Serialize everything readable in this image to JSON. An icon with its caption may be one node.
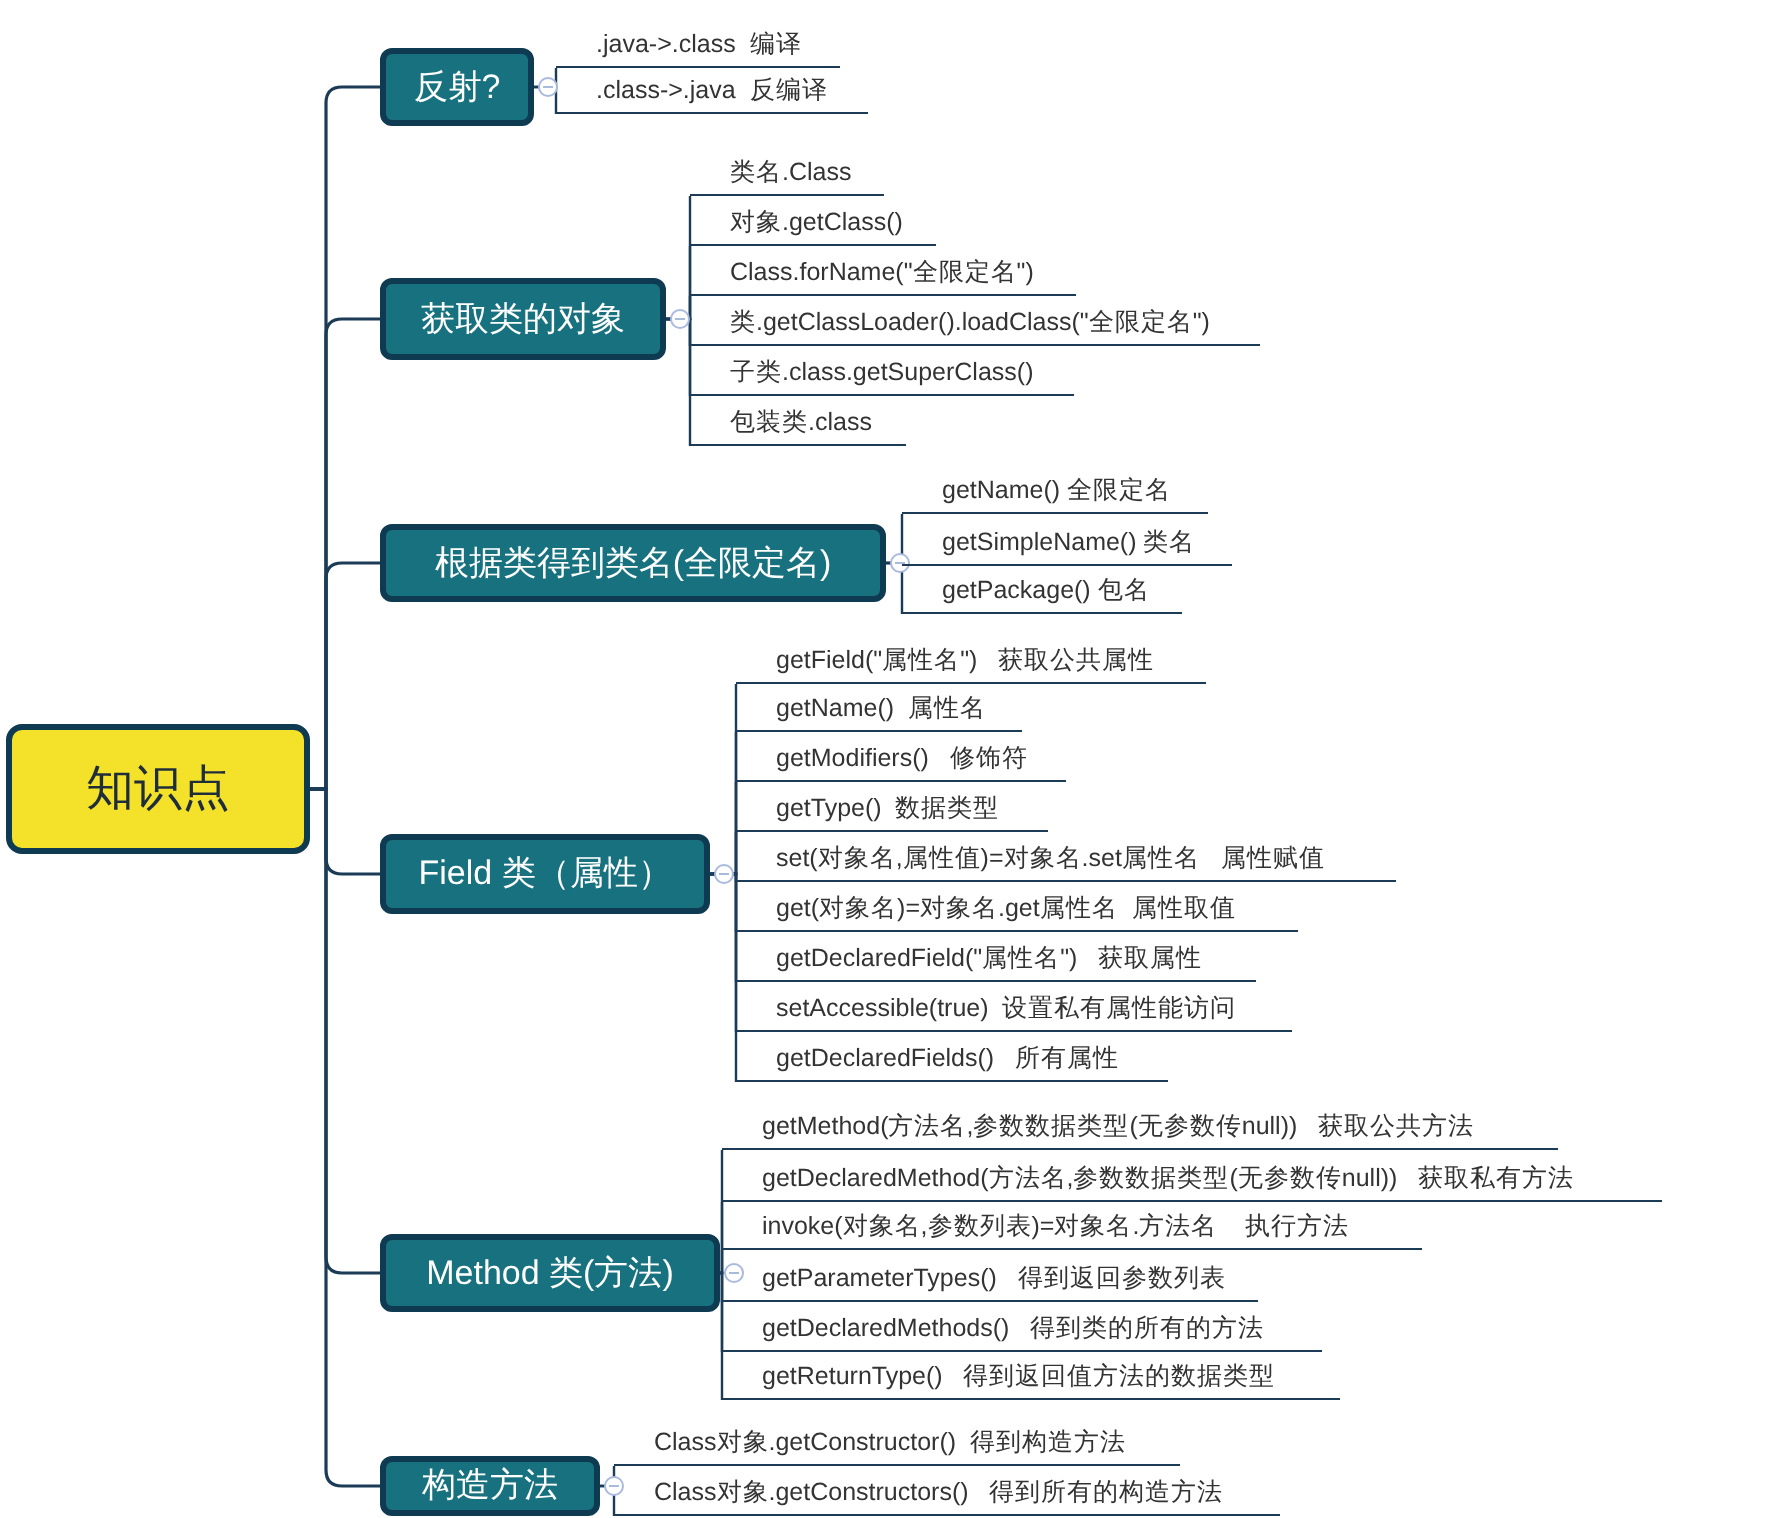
{
  "diagram": {
    "nodes": [
      {
        "text": [
          "知识点"
        ]
      },
      {
        "text": [
          "反射?"
        ]
      },
      {
        "text": [
          ".java->.class  编译"
        ]
      },
      {
        "text": [
          ".class->.java  反编译"
        ]
      },
      {
        "text": [
          "获取类的对象"
        ]
      },
      {
        "text": [
          "类名.Class"
        ]
      },
      {
        "text": [
          "对象.getClass()"
        ]
      },
      {
        "text": [
          "Class.forName(\"全限定名\")"
        ]
      },
      {
        "text": [
          "类.getClassLoader().loadClass(\"全限定名\")"
        ]
      },
      {
        "text": [
          "子类.class.getSuperClass()"
        ]
      },
      {
        "text": [
          "包装类.class"
        ]
      },
      {
        "text": [
          "根据类得到类名(全限定名)"
        ]
      },
      {
        "text": [
          "getName() 全限定名"
        ]
      },
      {
        "text": [
          "getSimpleName() 类名"
        ]
      },
      {
        "text": [
          "getPackage() 包名"
        ]
      },
      {
        "text": [
          "Field 类（属性）"
        ]
      },
      {
        "text": [
          "getField(\"属性名\")   获取公共属性"
        ]
      },
      {
        "text": [
          "getName()  属性名"
        ]
      },
      {
        "text": [
          "getModifiers()   修饰符"
        ]
      },
      {
        "text": [
          "getType()  数据类型"
        ]
      },
      {
        "text": [
          "set(对象名,属性值)=对象名.set属性名   属性赋值"
        ]
      },
      {
        "text": [
          "get(对象名)=对象名.get属性名  属性取值"
        ]
      },
      {
        "text": [
          "getDeclaredField(\"属性名\")   获取属性"
        ]
      },
      {
        "text": [
          "setAccessible(true)  设置私有属性能访问"
        ]
      },
      {
        "text": [
          "getDeclaredFields()   所有属性"
        ]
      },
      {
        "text": [
          "Method 类(方法)"
        ]
      },
      {
        "text": [
          "getMethod(方法名,参数数据类型(无参数传null))   获取公共方法"
        ]
      },
      {
        "text": [
          "getDeclaredMethod(方法名,参数数据类型(无参数传null))   获取私有方法"
        ]
      },
      {
        "text": [
          "invoke(对象名,参数列表)=对象名.方法名    执行方法"
        ]
      },
      {
        "text": [
          "getParameterTypes()   得到返回参数列表"
        ]
      },
      {
        "text": [
          "getDeclaredMethods()   得到类的所有的方法"
        ]
      },
      {
        "text": [
          "getReturnType()   得到返回值方法的数据类型"
        ]
      },
      {
        "text": [
          "构造方法"
        ]
      },
      {
        "text": [
          "Class对象.getConstructor()  得到构造方法"
        ]
      },
      {
        "text": [
          "Class对象.getConstructors()   得到所有的构造方法"
        ]
      }
    ],
    "edges": [
      {
        "from": 0,
        "to": 1,
        "arrow": "none"
      },
      {
        "from": 1,
        "to": 2,
        "arrow": "none"
      },
      {
        "from": 1,
        "to": 3,
        "arrow": "none"
      },
      {
        "from": 0,
        "to": 4,
        "arrow": "none"
      },
      {
        "from": 4,
        "to": 5,
        "arrow": "none"
      },
      {
        "from": 4,
        "to": 6,
        "arrow": "none"
      },
      {
        "from": 4,
        "to": 7,
        "arrow": "none"
      },
      {
        "from": 4,
        "to": 8,
        "arrow": "none"
      },
      {
        "from": 4,
        "to": 9,
        "arrow": "none"
      },
      {
        "from": 4,
        "to": 10,
        "arrow": "none"
      },
      {
        "from": 0,
        "to": 11,
        "arrow": "none"
      },
      {
        "from": 11,
        "to": 12,
        "arrow": "none"
      },
      {
        "from": 11,
        "to": 13,
        "arrow": "none"
      },
      {
        "from": 11,
        "to": 14,
        "arrow": "none"
      },
      {
        "from": 0,
        "to": 15,
        "arrow": "none"
      },
      {
        "from": 15,
        "to": 16,
        "arrow": "none"
      },
      {
        "from": 15,
        "to": 17,
        "arrow": "none"
      },
      {
        "from": 15,
        "to": 18,
        "arrow": "none"
      },
      {
        "from": 15,
        "to": 19,
        "arrow": "none"
      },
      {
        "from": 15,
        "to": 20,
        "arrow": "none"
      },
      {
        "from": 15,
        "to": 21,
        "arrow": "none"
      },
      {
        "from": 15,
        "to": 22,
        "arrow": "none"
      },
      {
        "from": 15,
        "to": 23,
        "arrow": "none"
      },
      {
        "from": 15,
        "to": 24,
        "arrow": "none"
      },
      {
        "from": 0,
        "to": 25,
        "arrow": "none"
      },
      {
        "from": 25,
        "to": 26,
        "arrow": "none"
      },
      {
        "from": 25,
        "to": 27,
        "arrow": "none"
      },
      {
        "from": 25,
        "to": 28,
        "arrow": "none"
      },
      {
        "from": 25,
        "to": 29,
        "arrow": "none"
      },
      {
        "from": 25,
        "to": 30,
        "arrow": "none"
      },
      {
        "from": 25,
        "to": 31,
        "arrow": "none"
      },
      {
        "from": 0,
        "to": 32,
        "arrow": "none"
      },
      {
        "from": 32,
        "to": 33,
        "arrow": "none"
      },
      {
        "from": 32,
        "to": 34,
        "arrow": "none"
      }
    ]
  }
}
